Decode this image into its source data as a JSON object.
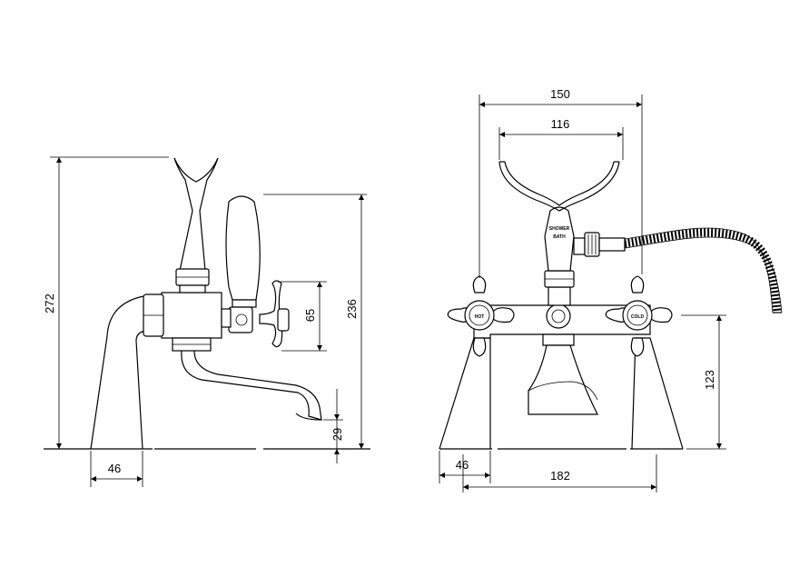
{
  "side_view": {
    "dimensions": {
      "height_total": "272",
      "height_lever": "236",
      "handle_span": "65",
      "spout_height": "29",
      "base_width": "46"
    }
  },
  "front_view": {
    "dimensions": {
      "width_total": "150",
      "cradle_width": "116",
      "handle_height": "123",
      "base_width": "46",
      "centres": "182"
    },
    "labels": {
      "hot": "HOT",
      "cold": "COLD",
      "shower": "SHOWER",
      "bath": "BATH"
    }
  }
}
